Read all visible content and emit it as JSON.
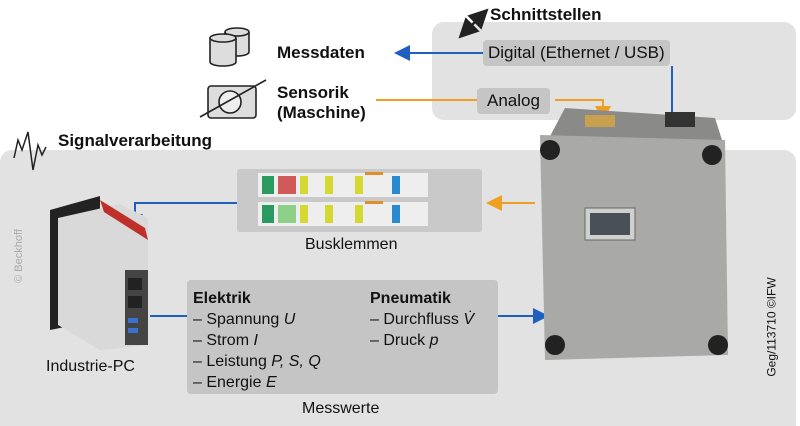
{
  "schnittstellen": {
    "title": "Schnittstellen",
    "digital": "Digital (Ethernet / USB)",
    "analog": "Analog"
  },
  "messdaten": "Messdaten",
  "sensorik": {
    "line1": "Sensorik",
    "line2": "(Maschine)"
  },
  "signalverarbeitung": "Signalverarbeitung",
  "busklemmen": "Busklemmen",
  "industrie_pc": "Industrie-PC",
  "beckhoff_credit": "© Beckhoff",
  "messwerte": {
    "label": "Messwerte",
    "elektrik": {
      "title": "Elektrik",
      "items": [
        {
          "text": "– Spannung ",
          "sym": "U"
        },
        {
          "text": "– Strom ",
          "sym": "I"
        },
        {
          "text": "– Leistung ",
          "sym": "P, S, Q"
        },
        {
          "text": "– Energie ",
          "sym": "E"
        }
      ]
    },
    "pneumatik": {
      "title": "Pneumatik",
      "items": [
        {
          "text": "– Durchfluss ",
          "sym": "V̇"
        },
        {
          "text": "– Druck ",
          "sym": "p"
        }
      ]
    }
  },
  "credit": "Geg/113710 ©IFW",
  "colors": {
    "digital": "#1e5fbf",
    "analog": "#f0a020",
    "panel": "#e1e2e1",
    "box": "#c4c5c4"
  }
}
